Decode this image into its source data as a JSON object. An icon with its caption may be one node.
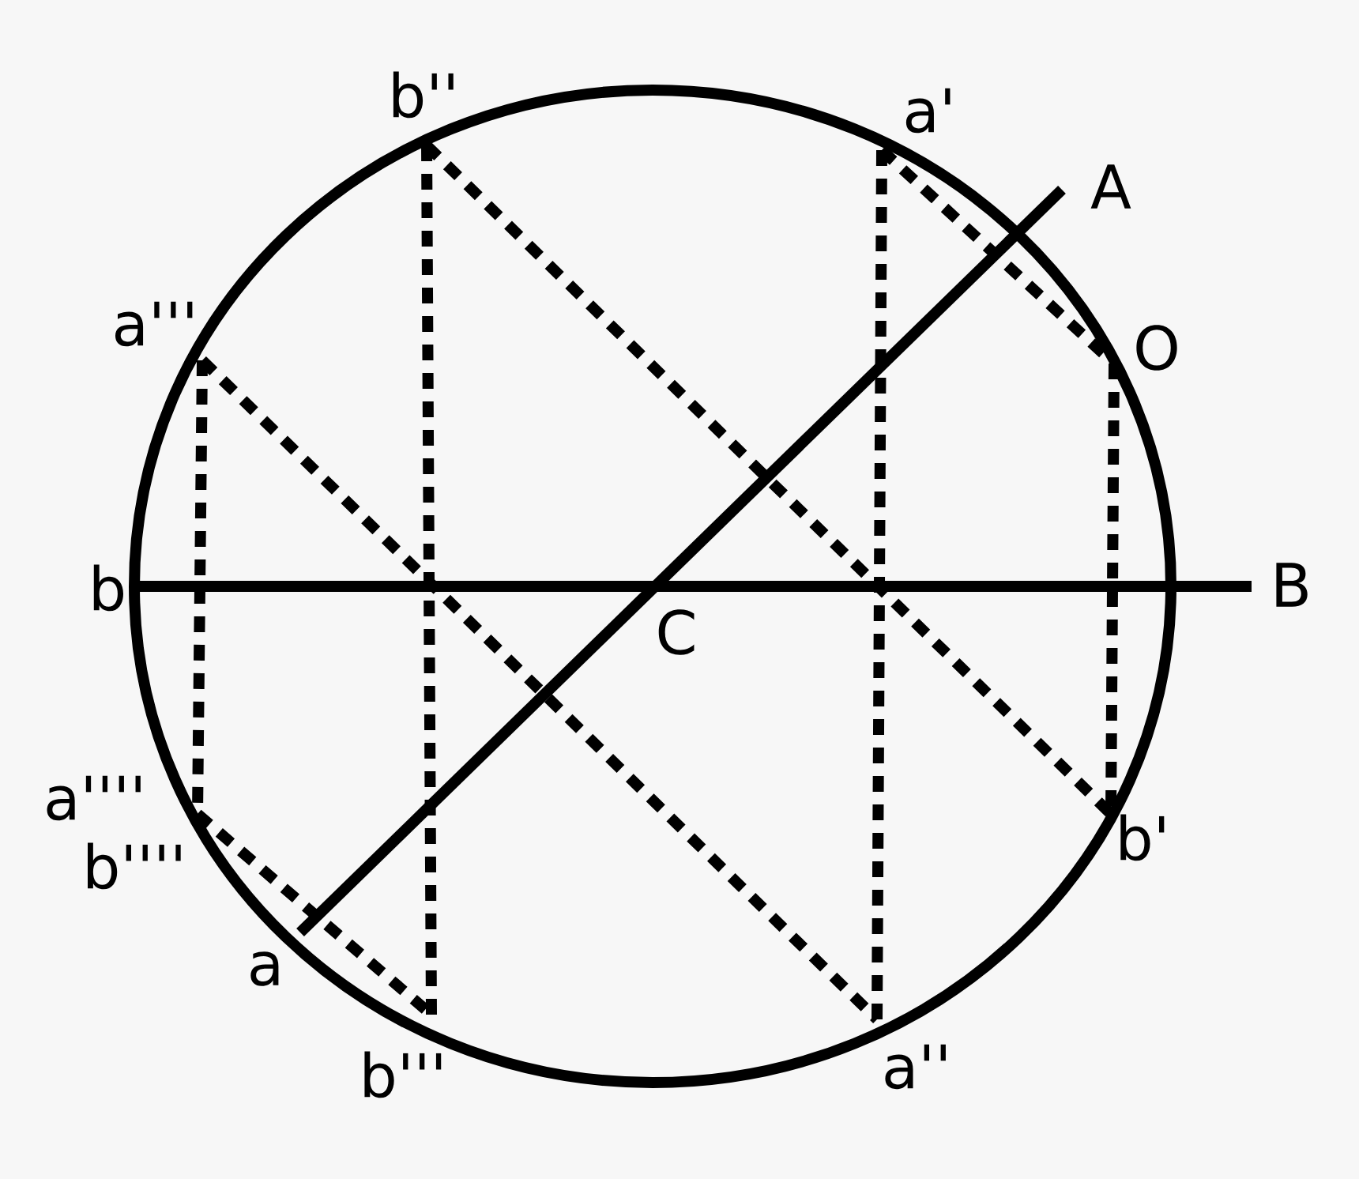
{
  "diagram": {
    "labels": [
      "b''",
      "a'",
      "A",
      "a'''",
      "O",
      "b",
      "B",
      "C",
      "a''''",
      "b''''",
      "b'",
      "a",
      "b'''",
      "a''"
    ]
  }
}
